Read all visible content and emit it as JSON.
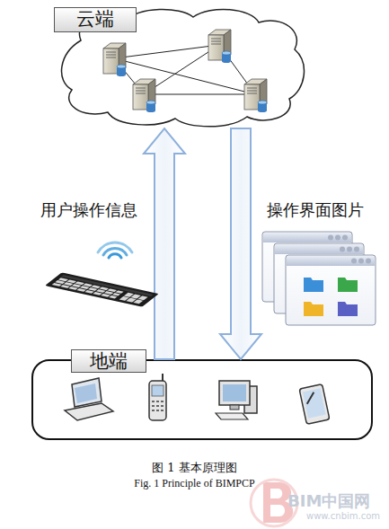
{
  "diagram": {
    "caption": "图 1 基本原理图",
    "nodes": [
      {
        "text": [
          "云端"
        ]
      },
      {
        "text": [
          "地端"
        ]
      }
    ],
    "edges": [
      {
        "from": 1,
        "to": 0,
        "arrow": "to",
        "label": "用户操作信息"
      },
      {
        "from": 0,
        "to": 1,
        "arrow": "to",
        "label": "操作界面图片"
      }
    ],
    "labels": [
      "Fig. 1 Principle of BIMPCP",
      "BIM中国网",
      "www.cnbim.com"
    ]
  }
}
